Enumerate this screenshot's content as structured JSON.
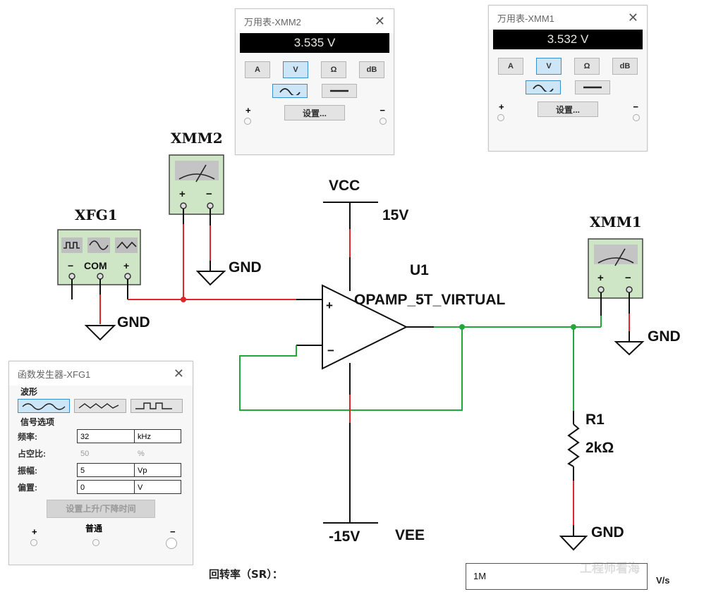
{
  "schematic": {
    "xfg1_label": "XFG1",
    "xfg1_terminals": {
      "minus": "−",
      "com": "COM",
      "plus": "+"
    },
    "xmm2_label": "XMM2",
    "xmm1_label": "XMM1",
    "meter_terminals": {
      "plus": "+",
      "minus": "−"
    },
    "gnd_label": "GND",
    "vcc_label": "VCC",
    "vcc_value": "15V",
    "vee_label": "VEE",
    "vee_value": "-15V",
    "opamp_ref": "U1",
    "opamp_model": "OPAMP_5T_VIRTUAL",
    "opamp_plus": "+",
    "opamp_minus": "−",
    "r1_ref": "R1",
    "r1_value": "2kΩ",
    "wire_colors": {
      "red": "#e0262b",
      "green": "#22a83a",
      "black": "#111111"
    }
  },
  "xmm2_window": {
    "title": "万用表-XMM2",
    "reading": "3.535 V",
    "mode_buttons": [
      "A",
      "V",
      "Ω",
      "dB"
    ],
    "active_mode": "V",
    "ac_dc": [
      "ac",
      "dc"
    ],
    "active_acdc": "ac",
    "settings_label": "设置...",
    "plus": "+",
    "minus": "−"
  },
  "xmm1_window": {
    "title": "万用表-XMM1",
    "reading": "3.532 V",
    "mode_buttons": [
      "A",
      "V",
      "Ω",
      "dB"
    ],
    "active_mode": "V",
    "ac_dc": [
      "ac",
      "dc"
    ],
    "active_acdc": "ac",
    "settings_label": "设置...",
    "plus": "+",
    "minus": "−"
  },
  "fg_window": {
    "title": "函数发生器-XFG1",
    "waveform_label": "波形",
    "waveforms": [
      "sine",
      "triangle",
      "square"
    ],
    "active_waveform": "sine",
    "options_label": "信号选项",
    "rows": [
      {
        "name": "频率:",
        "value": "32",
        "unit": "kHz",
        "disabled": false
      },
      {
        "name": "占空比:",
        "value": "50",
        "unit": "%",
        "disabled": true
      },
      {
        "name": "振幅:",
        "value": "5",
        "unit": "Vp",
        "disabled": false
      },
      {
        "name": "偏置:",
        "value": "0",
        "unit": "V",
        "disabled": false
      }
    ],
    "rise_fall_button": "设置上升/下降时间",
    "plus": "+",
    "common": "普通",
    "minus": "−"
  },
  "slew_rate": {
    "label": "回转率（SR）：",
    "value": "1M",
    "unit": "V/s"
  },
  "watermark": "工程师看海"
}
